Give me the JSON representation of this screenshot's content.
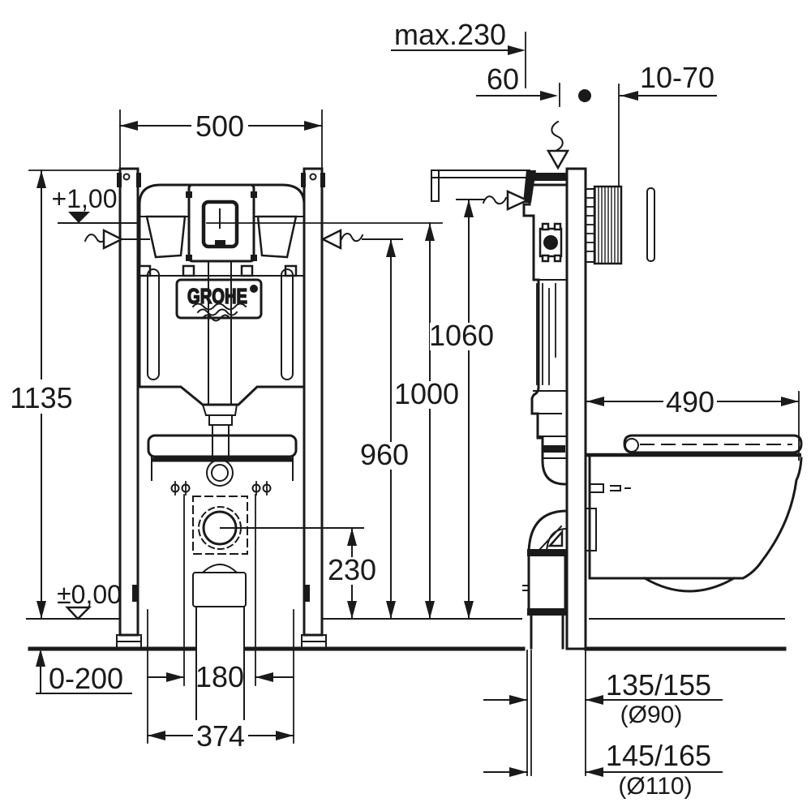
{
  "drawing": {
    "brand": "GROHE",
    "labels": {
      "frame_width": "500",
      "frame_height": "1135",
      "level_top": "+1,00",
      "level_zero": "±0,00",
      "wall_depth_max": "max.230",
      "offset_60": "60",
      "plate_range": "10-70",
      "h1060": "1060",
      "h1000": "1000",
      "h960": "960",
      "bowl_depth": "490",
      "outlet_height": "230",
      "floor_range": "0-200",
      "bolt_spacing": "180",
      "base_width": "374",
      "outlet_small": "135/155",
      "outlet_small_dia": "(Ø90)",
      "outlet_large": "145/165",
      "outlet_large_dia": "(Ø110)"
    }
  }
}
